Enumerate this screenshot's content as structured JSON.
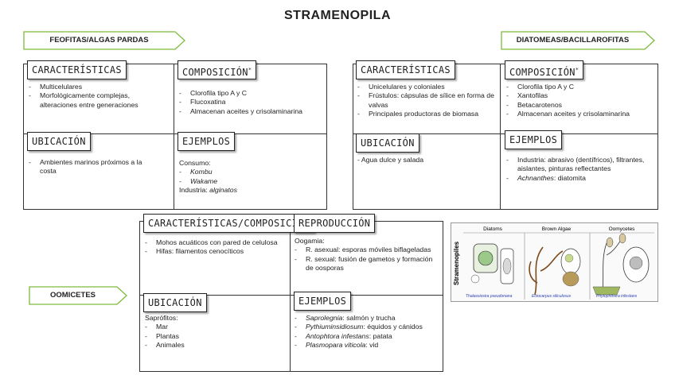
{
  "title": "STRAMENOPILA",
  "groups": {
    "feofitas": "FEOFITAS/ALGAS PARDAS",
    "diatomeas": "DIATOMEAS/BACILLAROFITAS",
    "oomicetes": "OOMICETES"
  },
  "feofitas": {
    "caracteristicas": {
      "title": "CARACTERÍSTICAS",
      "items": [
        "Multicelulares",
        "Morfológicamente complejas, alteraciones entre generaciones"
      ]
    },
    "composicion": {
      "title": "COMPOSICIÓN",
      "items": [
        "Clorofila tipo A y C",
        "Flucoxatina",
        "Almacenan aceites y crisolaminarina"
      ]
    },
    "ubicacion": {
      "title": "UBICACIÓN",
      "items": [
        "Ambientes marinos próximos a la costa"
      ]
    },
    "ejemplos": {
      "title": "EJEMPLOS",
      "consumo": "Consumo:",
      "consumo_items": [
        "Kombu",
        "Wakame"
      ],
      "industria_label": "Industria:",
      "industria_value": "alginatos"
    }
  },
  "diatomeas": {
    "caracteristicas": {
      "title": "CARACTERÍSTICAS",
      "items": [
        "Unicelulares y coloniales",
        "Frústulos: cápsulas de sílice en forma de valvas",
        "Principales productoras de biomasa"
      ]
    },
    "composicion": {
      "title": "COMPOSICIÓN",
      "items": [
        "Clorofila tipo A y C",
        "Xantofilas",
        "Betacarotenos",
        "Almacenan aceites y crisolaminarina"
      ]
    },
    "ubicacion": {
      "title": "UBICACIÓN",
      "text": "- Agua dulce y salada"
    },
    "ejemplos": {
      "title": "EJEMPLOS",
      "industria": "Industria: abrasivo (dentífricos), filtrantes, aislantes, pinturas reflectantes",
      "achnanthes_name": "Achnanthes",
      "achnanthes_rest": ": diatomita"
    }
  },
  "oomicetes": {
    "caracteristicas": {
      "title": "CARACTERÍSTICAS/COMPOSICIÓN",
      "items": [
        "Mohos acuáticos con pared de celulosa",
        "Hifas: filamentos cenocíticos"
      ]
    },
    "reproduccion": {
      "title": "REPRODUCCIÓN",
      "intro": "Oogamia:",
      "items": [
        "R. asexual: esporas móviles biflageladas",
        "R. sexual: fusión de gametos y formación de oosporas"
      ]
    },
    "ubicacion": {
      "title": "UBICACIÓN",
      "intro": "Saprófitos:",
      "items": [
        "Mar",
        "Plantas",
        "Animales"
      ]
    },
    "ejemplos": {
      "title": "EJEMPLOS",
      "items": [
        {
          "name": "Saprolegnia",
          "rest": ": salmón y trucha"
        },
        {
          "name": "Pythiuminsidiosum",
          "rest": ": équidos y cánidos"
        },
        {
          "name": "Antophtora infestans",
          "rest": ": patata"
        },
        {
          "name": "Plasmopara viticola",
          "rest": ": vid"
        }
      ]
    }
  },
  "figure": {
    "side_label": "Stramenopiles",
    "columns": [
      "Diatoms",
      "Brown Algae",
      "Oomycetes"
    ],
    "captions": [
      "Thalassiosira pseudonana",
      "Ectocarpus siliculosus",
      "Phytophthora infestans"
    ]
  },
  "colors": {
    "arrow_fill": "#ffffff",
    "arrow_stroke": "#7dbb3c",
    "border": "#333333",
    "caption_blue": "#2a3fae"
  }
}
